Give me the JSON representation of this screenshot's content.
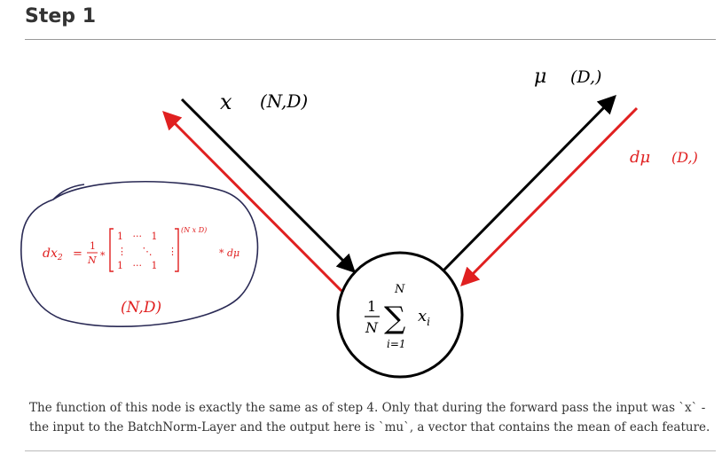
{
  "heading": "Step 1",
  "colors": {
    "forward": "#000000",
    "backward": "#e02020",
    "text": "#333333"
  },
  "forward": {
    "input": {
      "symbol": "x",
      "shape": "(N,D)"
    },
    "output": {
      "symbol": "μ",
      "shape": "(D,)"
    }
  },
  "backward": {
    "upstream": {
      "symbol": "dμ",
      "shape": "(D,)"
    },
    "result": {
      "lhs": "dx",
      "lhs_sub": "2",
      "equals": "=",
      "frac_num": "1",
      "frac_den": "N",
      "times": "*",
      "matrix_row1": "1   ···   1",
      "matrix_row2": "⋮     ⋱     ⋮",
      "matrix_row3": "1   ···   1",
      "matrix_dims": "(N x D)",
      "upstream": "* dμ",
      "shape": "(N,D)"
    }
  },
  "node": {
    "frac_num": "1",
    "frac_den": "N",
    "sum_upper": "N",
    "sum_symbol": "∑",
    "sum_lower": "i=1",
    "term": "x",
    "term_sub": "i"
  },
  "caption": "The function of this node is exactly the same as of step 4. Only that during the forward pass the input was `x` - the input to the BatchNorm-Layer and the output here is `mu`, a vector that contains the mean of each feature."
}
